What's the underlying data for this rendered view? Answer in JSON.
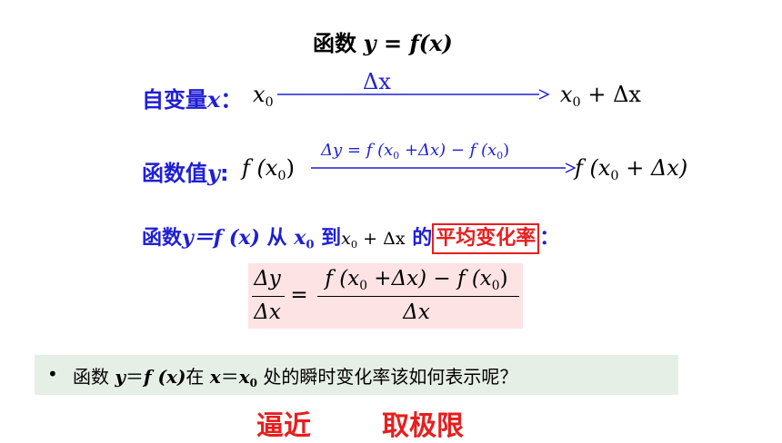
{
  "title": {
    "label": "函数",
    "formula": "y = f(x)"
  },
  "independent_variable": {
    "label": "自变量",
    "symbol": "x",
    "colon": "：",
    "start_base": "x",
    "start_sub": "0",
    "increment": "Δx",
    "end_base": "x",
    "end_sub": "0",
    "end_rest": " + Δx"
  },
  "function_value": {
    "label": "函数值",
    "symbol": "y",
    "colon": ":",
    "start_pre": "f (x",
    "start_sub": "0",
    "start_post": ")",
    "increment_pre": "Δy = f (x",
    "increment_sub1": "0",
    "increment_mid": " +Δx) − f (x",
    "increment_sub2": "0",
    "increment_post": ")",
    "end_pre": "f (x",
    "end_sub": "0",
    "end_post": " + Δx)"
  },
  "average_rate_line": {
    "text1": "函数",
    "formula": "y＝f (x)",
    "text2": " 从 ",
    "x0_base": "x",
    "x0_sub": "0",
    "text3": " 到",
    "to_base": "x",
    "to_sub": "0",
    "to_rest": " + Δx",
    "text4": " 的",
    "highlight": "平均变化率",
    "colon": "："
  },
  "fraction": {
    "left_num": "Δy",
    "left_den": "Δx",
    "equals": "=",
    "right_num_pre": "f (x",
    "right_num_sub1": "0",
    "right_num_mid": " +Δx) − f (x",
    "right_num_sub2": "0",
    "right_num_post": ")",
    "right_den": "Δx"
  },
  "question": {
    "bullet": "•",
    "t1": "函数 ",
    "f1": "y",
    "f2": "＝",
    "f3": "f",
    "f4": " (x)",
    "t2": "在 ",
    "g1": "x",
    "g2": "＝",
    "g3": "x",
    "g_sub": "0",
    "t3": " 处的瞬时变化率该如何表示呢？"
  },
  "keywords": {
    "approach": "逼近",
    "limit": "取极限"
  },
  "colors": {
    "blue": "#1f1fd6",
    "red": "#e81e1e",
    "pink_bg": "#fde3e3",
    "green_bg": "#e6efe6"
  }
}
